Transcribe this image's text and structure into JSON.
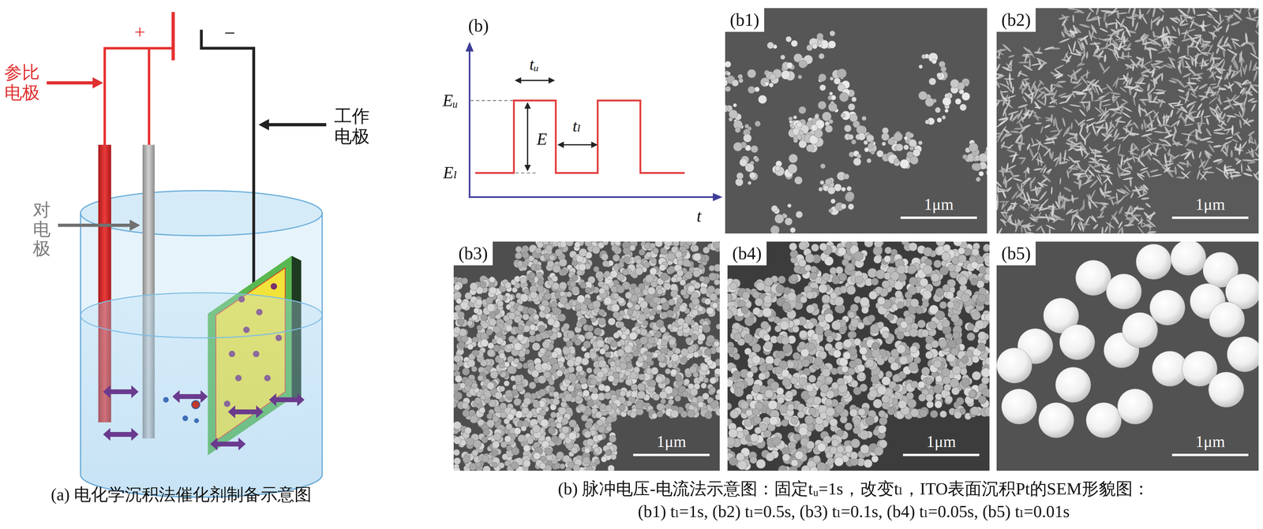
{
  "diagram": {
    "nodes": [
      {
        "text": [
          "(b1)",
          "1μm"
        ]
      },
      {
        "text": [
          "(b2)",
          "1μm"
        ]
      },
      {
        "text": [
          "(b3)",
          "1μm"
        ]
      },
      {
        "text": [
          "(b4)",
          "1μm"
        ]
      },
      {
        "text": [
          "(b5)",
          "1μm"
        ]
      }
    ],
    "labels": [
      "参比电极",
      "+",
      "−",
      "对电极",
      "工作电极",
      "(a) 电化学沉积法催化剂制备示意图",
      "(b)",
      "tᵤ",
      "Eᵤ",
      "E",
      "tₗ",
      "Eₗ",
      "t",
      "(b) 脉冲电压-电流法示意图：固定tᵤ=1s，改变tₗ，ITO表面沉积Pt的SEM形貌图：",
      "(b1) tₗ=1s, (b2) tₗ=0.5s, (b3) tₗ=0.1s, (b4) tₗ=0.05s, (b5) tₗ=0.01s"
    ]
  }
}
